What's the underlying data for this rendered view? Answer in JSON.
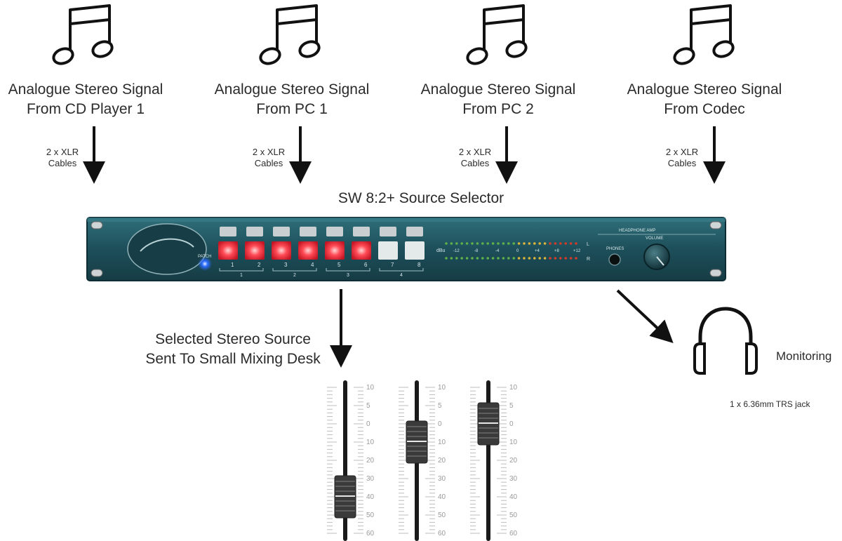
{
  "sources": [
    {
      "line1": "Analogue Stereo Signal",
      "line2": "From CD Player 1",
      "cables": "2 x XLR",
      "cables_unit": "Cables"
    },
    {
      "line1": "Analogue Stereo Signal",
      "line2": "From PC 1",
      "cables": "2 x XLR",
      "cables_unit": "Cables"
    },
    {
      "line1": "Analogue Stereo Signal",
      "line2": "From PC 2",
      "cables": "2 x XLR",
      "cables_unit": "Cables"
    },
    {
      "line1": "Analogue Stereo Signal",
      "line2": "From Codec",
      "cables": "2 x XLR",
      "cables_unit": "Cables"
    }
  ],
  "unit": {
    "title": "SW 8:2+ Source Selector",
    "patch_label": "PATCH",
    "button_numbers": [
      "1",
      "2",
      "3",
      "4",
      "5",
      "6",
      "7",
      "8"
    ],
    "group_numbers": [
      "1",
      "2",
      "3",
      "4"
    ],
    "meter_label": "dBu",
    "meter_scale": [
      "-12",
      "-8",
      "-4",
      "0",
      "+4",
      "+8",
      "+12"
    ],
    "meter_channels": [
      "L",
      "R"
    ],
    "headphone_section": "HEADPHONE AMP",
    "phones_label": "PHONES",
    "volume_label": "VOLUME",
    "lit_buttons": [
      1,
      2,
      3,
      4,
      5,
      6
    ]
  },
  "output": {
    "line1": "Selected Stereo Source",
    "line2": "Sent To Small Mixing Desk"
  },
  "monitoring": {
    "label": "Monitoring",
    "connector": "1 x 6.36mm TRS jack"
  },
  "faders": {
    "scale": [
      "10",
      "5",
      "0",
      "10",
      "20",
      "30",
      "40",
      "50",
      "60"
    ],
    "positions": [
      "40",
      "10",
      "0"
    ]
  },
  "colors": {
    "panel": "#1d4f5a",
    "lit_button": "#ff2a3a",
    "patch_led": "#2a6bff",
    "text": "#2b2b2b"
  }
}
